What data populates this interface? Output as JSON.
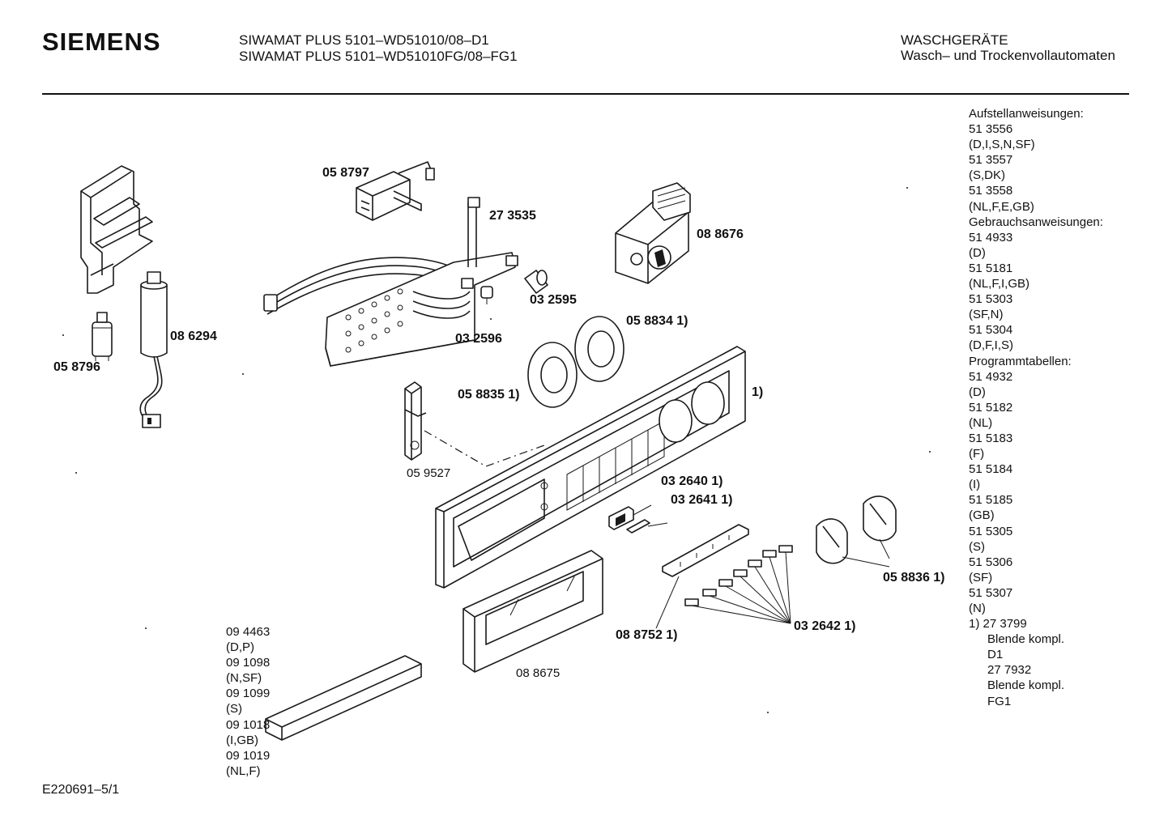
{
  "header": {
    "brand": "SIEMENS",
    "model_line_1": "SIWAMAT PLUS 5101–WD51010/08–D1",
    "model_line_2": "SIWAMAT PLUS 5101–WD51010FG/08–FG1",
    "category_line_1": "WASCHGERÄTE",
    "category_line_2": "Wasch– und Trockenvollautomaten"
  },
  "footer": {
    "drawing_id": "E220691–5/1"
  },
  "callouts": {
    "c_058797": "05 8797",
    "c_273535": "27 3535",
    "c_088676": "08 8676",
    "c_032595": "03 2595",
    "c_032596": "03 2596",
    "c_086294": "08 6294",
    "c_058796": "05 8796",
    "c_058834": "05 8834 1)",
    "c_058835": "05 8835 1)",
    "c_panel": "1)",
    "c_059527": "05 9527",
    "c_032640": "03 2640 1)",
    "c_032641": "03 2641 1)",
    "c_058836": "05 8836 1)",
    "c_088752": "08 8752 1)",
    "c_032642": "03 2642 1)",
    "c_088675": "08 8675"
  },
  "left_list": [
    "09 4463",
    "(D,P)",
    "09 1098",
    "(N,SF)",
    "09 1099",
    "(S)",
    "09 1018",
    "(I,GB)",
    "09 1019",
    "(NL,F)"
  ],
  "side_list": [
    {
      "text": "Aufstellanweisungen:",
      "indent": false
    },
    {
      "text": "51 3556",
      "indent": false
    },
    {
      "text": "(D,I,S,N,SF)",
      "indent": false
    },
    {
      "text": "51 3557",
      "indent": false
    },
    {
      "text": "(S,DK)",
      "indent": false
    },
    {
      "text": "51 3558",
      "indent": false
    },
    {
      "text": "(NL,F,E,GB)",
      "indent": false
    },
    {
      "text": "Gebrauchsanweisungen:",
      "indent": false
    },
    {
      "text": "51 4933",
      "indent": false
    },
    {
      "text": "(D)",
      "indent": false
    },
    {
      "text": "51 5181",
      "indent": false
    },
    {
      "text": "(NL,F,I,GB)",
      "indent": false
    },
    {
      "text": "51 5303",
      "indent": false
    },
    {
      "text": "(SF,N)",
      "indent": false
    },
    {
      "text": "51 5304",
      "indent": false
    },
    {
      "text": "(D,F,I,S)",
      "indent": false
    },
    {
      "text": "Programmtabellen:",
      "indent": false
    },
    {
      "text": "51 4932",
      "indent": false
    },
    {
      "text": "(D)",
      "indent": false
    },
    {
      "text": "51 5182",
      "indent": false
    },
    {
      "text": "(NL)",
      "indent": false
    },
    {
      "text": "51 5183",
      "indent": false
    },
    {
      "text": "(F)",
      "indent": false
    },
    {
      "text": "51 5184",
      "indent": false
    },
    {
      "text": "(I)",
      "indent": false
    },
    {
      "text": "51 5185",
      "indent": false
    },
    {
      "text": "(GB)",
      "indent": false
    },
    {
      "text": "51 5305",
      "indent": false
    },
    {
      "text": "(S)",
      "indent": false
    },
    {
      "text": "51 5306",
      "indent": false
    },
    {
      "text": "(SF)",
      "indent": false
    },
    {
      "text": "51 5307",
      "indent": false
    },
    {
      "text": "(N)",
      "indent": false
    },
    {
      "text": "1)  27 3799",
      "indent": false
    },
    {
      "text": "Blende kompl.",
      "indent": true
    },
    {
      "text": "D1",
      "indent": true
    },
    {
      "text": "27 7932",
      "indent": true
    },
    {
      "text": "Blende kompl.",
      "indent": true
    },
    {
      "text": "FG1",
      "indent": true
    }
  ]
}
